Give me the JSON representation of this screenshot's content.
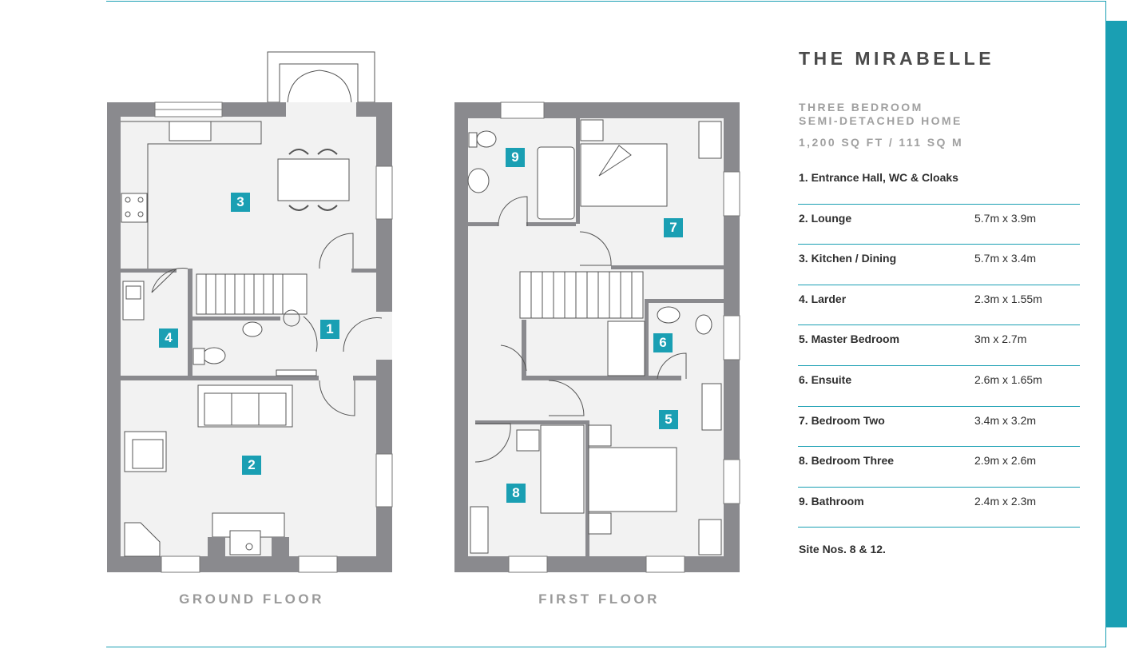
{
  "title": "THE MIRABELLE",
  "subtitle_line1": "THREE BEDROOM",
  "subtitle_line2": "SEMI-DETACHED HOME",
  "area": "1,200 SQ FT /  111 SQ M",
  "rooms": [
    {
      "name": "1. Entrance Hall, WC & Cloaks",
      "dim": ""
    },
    {
      "name": "2. Lounge",
      "dim": "5.7m x 3.9m"
    },
    {
      "name": "3. Kitchen / Dining",
      "dim": "5.7m x 3.4m"
    },
    {
      "name": "4. Larder",
      "dim": "2.3m x 1.55m"
    },
    {
      "name": "5. Master Bedroom",
      "dim": "3m x 2.7m"
    },
    {
      "name": "6. Ensuite",
      "dim": "2.6m x 1.65m"
    },
    {
      "name": "7. Bedroom Two",
      "dim": "3.4m x 3.2m"
    },
    {
      "name": "8. Bedroom Three",
      "dim": "2.9m x 2.6m"
    },
    {
      "name": "9. Bathroom",
      "dim": "2.4m x 2.3m"
    }
  ],
  "site_note": "Site Nos. 8 & 12.",
  "ground_floor_label": "GROUND FLOOR",
  "first_floor_label": "FIRST FLOOR",
  "badges": {
    "b1": "1",
    "b2": "2",
    "b3": "3",
    "b4": "4",
    "b5": "5",
    "b6": "6",
    "b7": "7",
    "b8": "8",
    "b9": "9"
  },
  "colors": {
    "accent": "#1a9fb3",
    "wall": "#8a8a8e",
    "floor": "#f2f2f2"
  }
}
